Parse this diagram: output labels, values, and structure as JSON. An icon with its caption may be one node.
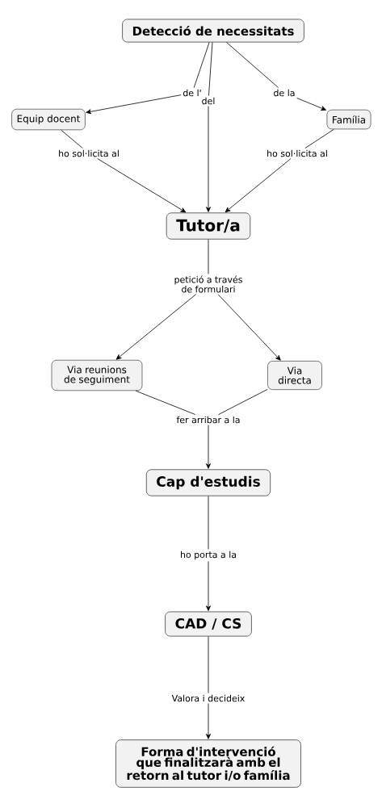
{
  "diagram": {
    "nodes": [
      {
        "text": [
          "Detecció de necessitats"
        ]
      },
      {
        "text": [
          "de l'"
        ]
      },
      {
        "text": [
          "del"
        ]
      },
      {
        "text": [
          "de la"
        ]
      },
      {
        "text": [
          "Equip docent"
        ]
      },
      {
        "text": [
          "Família"
        ]
      },
      {
        "text": [
          "ho sol·licita al"
        ]
      },
      {
        "text": [
          "ho sol·licita al"
        ]
      },
      {
        "text": [
          "Tutor/a"
        ]
      },
      {
        "text": [
          "petició a través de formulari"
        ]
      },
      {
        "text": [
          "Via reunions de seguiment"
        ]
      },
      {
        "text": [
          "Via directa"
        ]
      },
      {
        "text": [
          "fer arribar a la"
        ]
      },
      {
        "text": [
          "Cap d'estudis"
        ]
      },
      {
        "text": [
          "ho porta a la"
        ]
      },
      {
        "text": [
          "CAD / CS"
        ]
      },
      {
        "text": [
          "Valora i decideix"
        ]
      },
      {
        "text": [
          "Forma d'intervenció que finalitzarà amb el retorn al tutor i/o família"
        ]
      }
    ],
    "edges": [
      {
        "from": 0,
        "to": 1,
        "arrow": "none"
      },
      {
        "from": 1,
        "to": 4,
        "arrow": "to"
      },
      {
        "from": 0,
        "to": 2,
        "arrow": "none"
      },
      {
        "from": 2,
        "to": 8,
        "arrow": "to"
      },
      {
        "from": 0,
        "to": 3,
        "arrow": "none"
      },
      {
        "from": 3,
        "to": 5,
        "arrow": "to"
      },
      {
        "from": 4,
        "to": 6,
        "arrow": "none"
      },
      {
        "from": 6,
        "to": 8,
        "arrow": "to"
      },
      {
        "from": 5,
        "to": 7,
        "arrow": "none"
      },
      {
        "from": 7,
        "to": 8,
        "arrow": "to"
      },
      {
        "from": 8,
        "to": 9,
        "arrow": "none"
      },
      {
        "from": 9,
        "to": 10,
        "arrow": "to"
      },
      {
        "from": 9,
        "to": 11,
        "arrow": "to"
      },
      {
        "from": 10,
        "to": 12,
        "arrow": "none"
      },
      {
        "from": 11,
        "to": 12,
        "arrow": "none"
      },
      {
        "from": 12,
        "to": 13,
        "arrow": "to"
      },
      {
        "from": 13,
        "to": 14,
        "arrow": "none"
      },
      {
        "from": 14,
        "to": 15,
        "arrow": "to"
      },
      {
        "from": 15,
        "to": 16,
        "arrow": "none"
      },
      {
        "from": 16,
        "to": 17,
        "arrow": "to"
      }
    ]
  }
}
